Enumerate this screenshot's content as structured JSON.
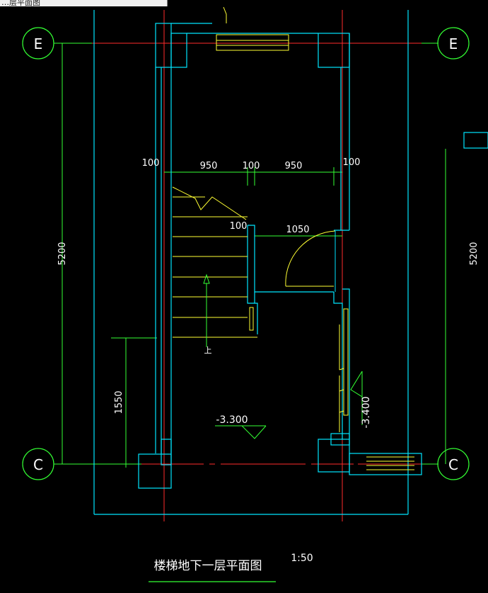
{
  "window": {
    "title_fragment": "…层平面图"
  },
  "drawing": {
    "title": "楼梯地下一层平面图",
    "scale": "1:50",
    "axis_tags": {
      "top": "E",
      "bottom": "C"
    },
    "dims": {
      "overall_left": "5200",
      "overall_right": "5200",
      "stair_top": [
        "100",
        "950",
        "100",
        "950",
        "100"
      ],
      "door_gap": "100",
      "door_width": "1050",
      "left_lower": "1550"
    },
    "levels": {
      "main": "-3.300",
      "pit": "-3.400"
    },
    "stair_mark": "上"
  },
  "colors": {
    "background": "#000000",
    "walls": "#00e5ff",
    "axis": "#ff2b2b",
    "dimension": "#33ff33",
    "fixture": "#ffff33",
    "text": "#ffffff"
  }
}
